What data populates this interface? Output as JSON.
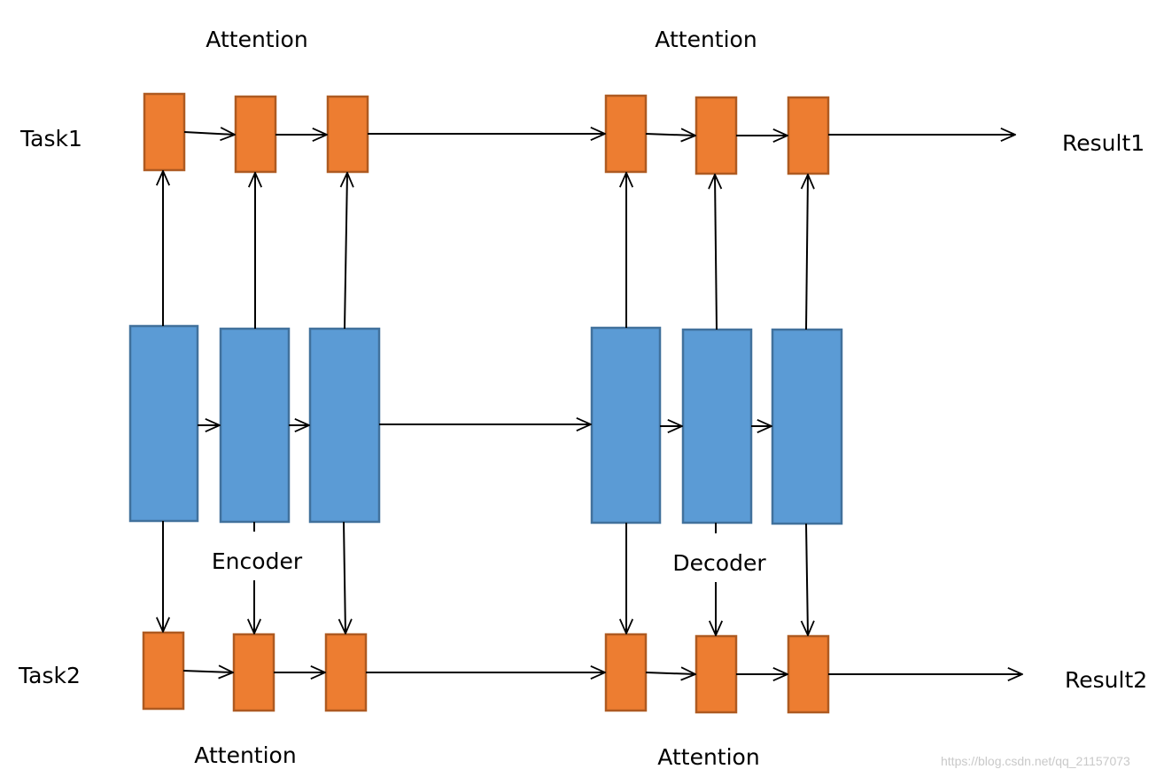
{
  "labels": {
    "attention_top_left": "Attention",
    "attention_top_right": "Attention",
    "attention_bottom_left": "Attention",
    "attention_bottom_right": "Attention",
    "task1": "Task1",
    "task2": "Task2",
    "result1": "Result1",
    "result2": "Result2",
    "encoder": "Encoder",
    "decoder": "Decoder"
  },
  "watermark": "https://blog.csdn.net/qq_21157073",
  "colors": {
    "attention_fill": "#ED7D31",
    "attention_stroke": "#AE5A21",
    "rnn_fill": "#5B9BD5",
    "rnn_stroke": "#41719C",
    "arrow": "#000000"
  }
}
